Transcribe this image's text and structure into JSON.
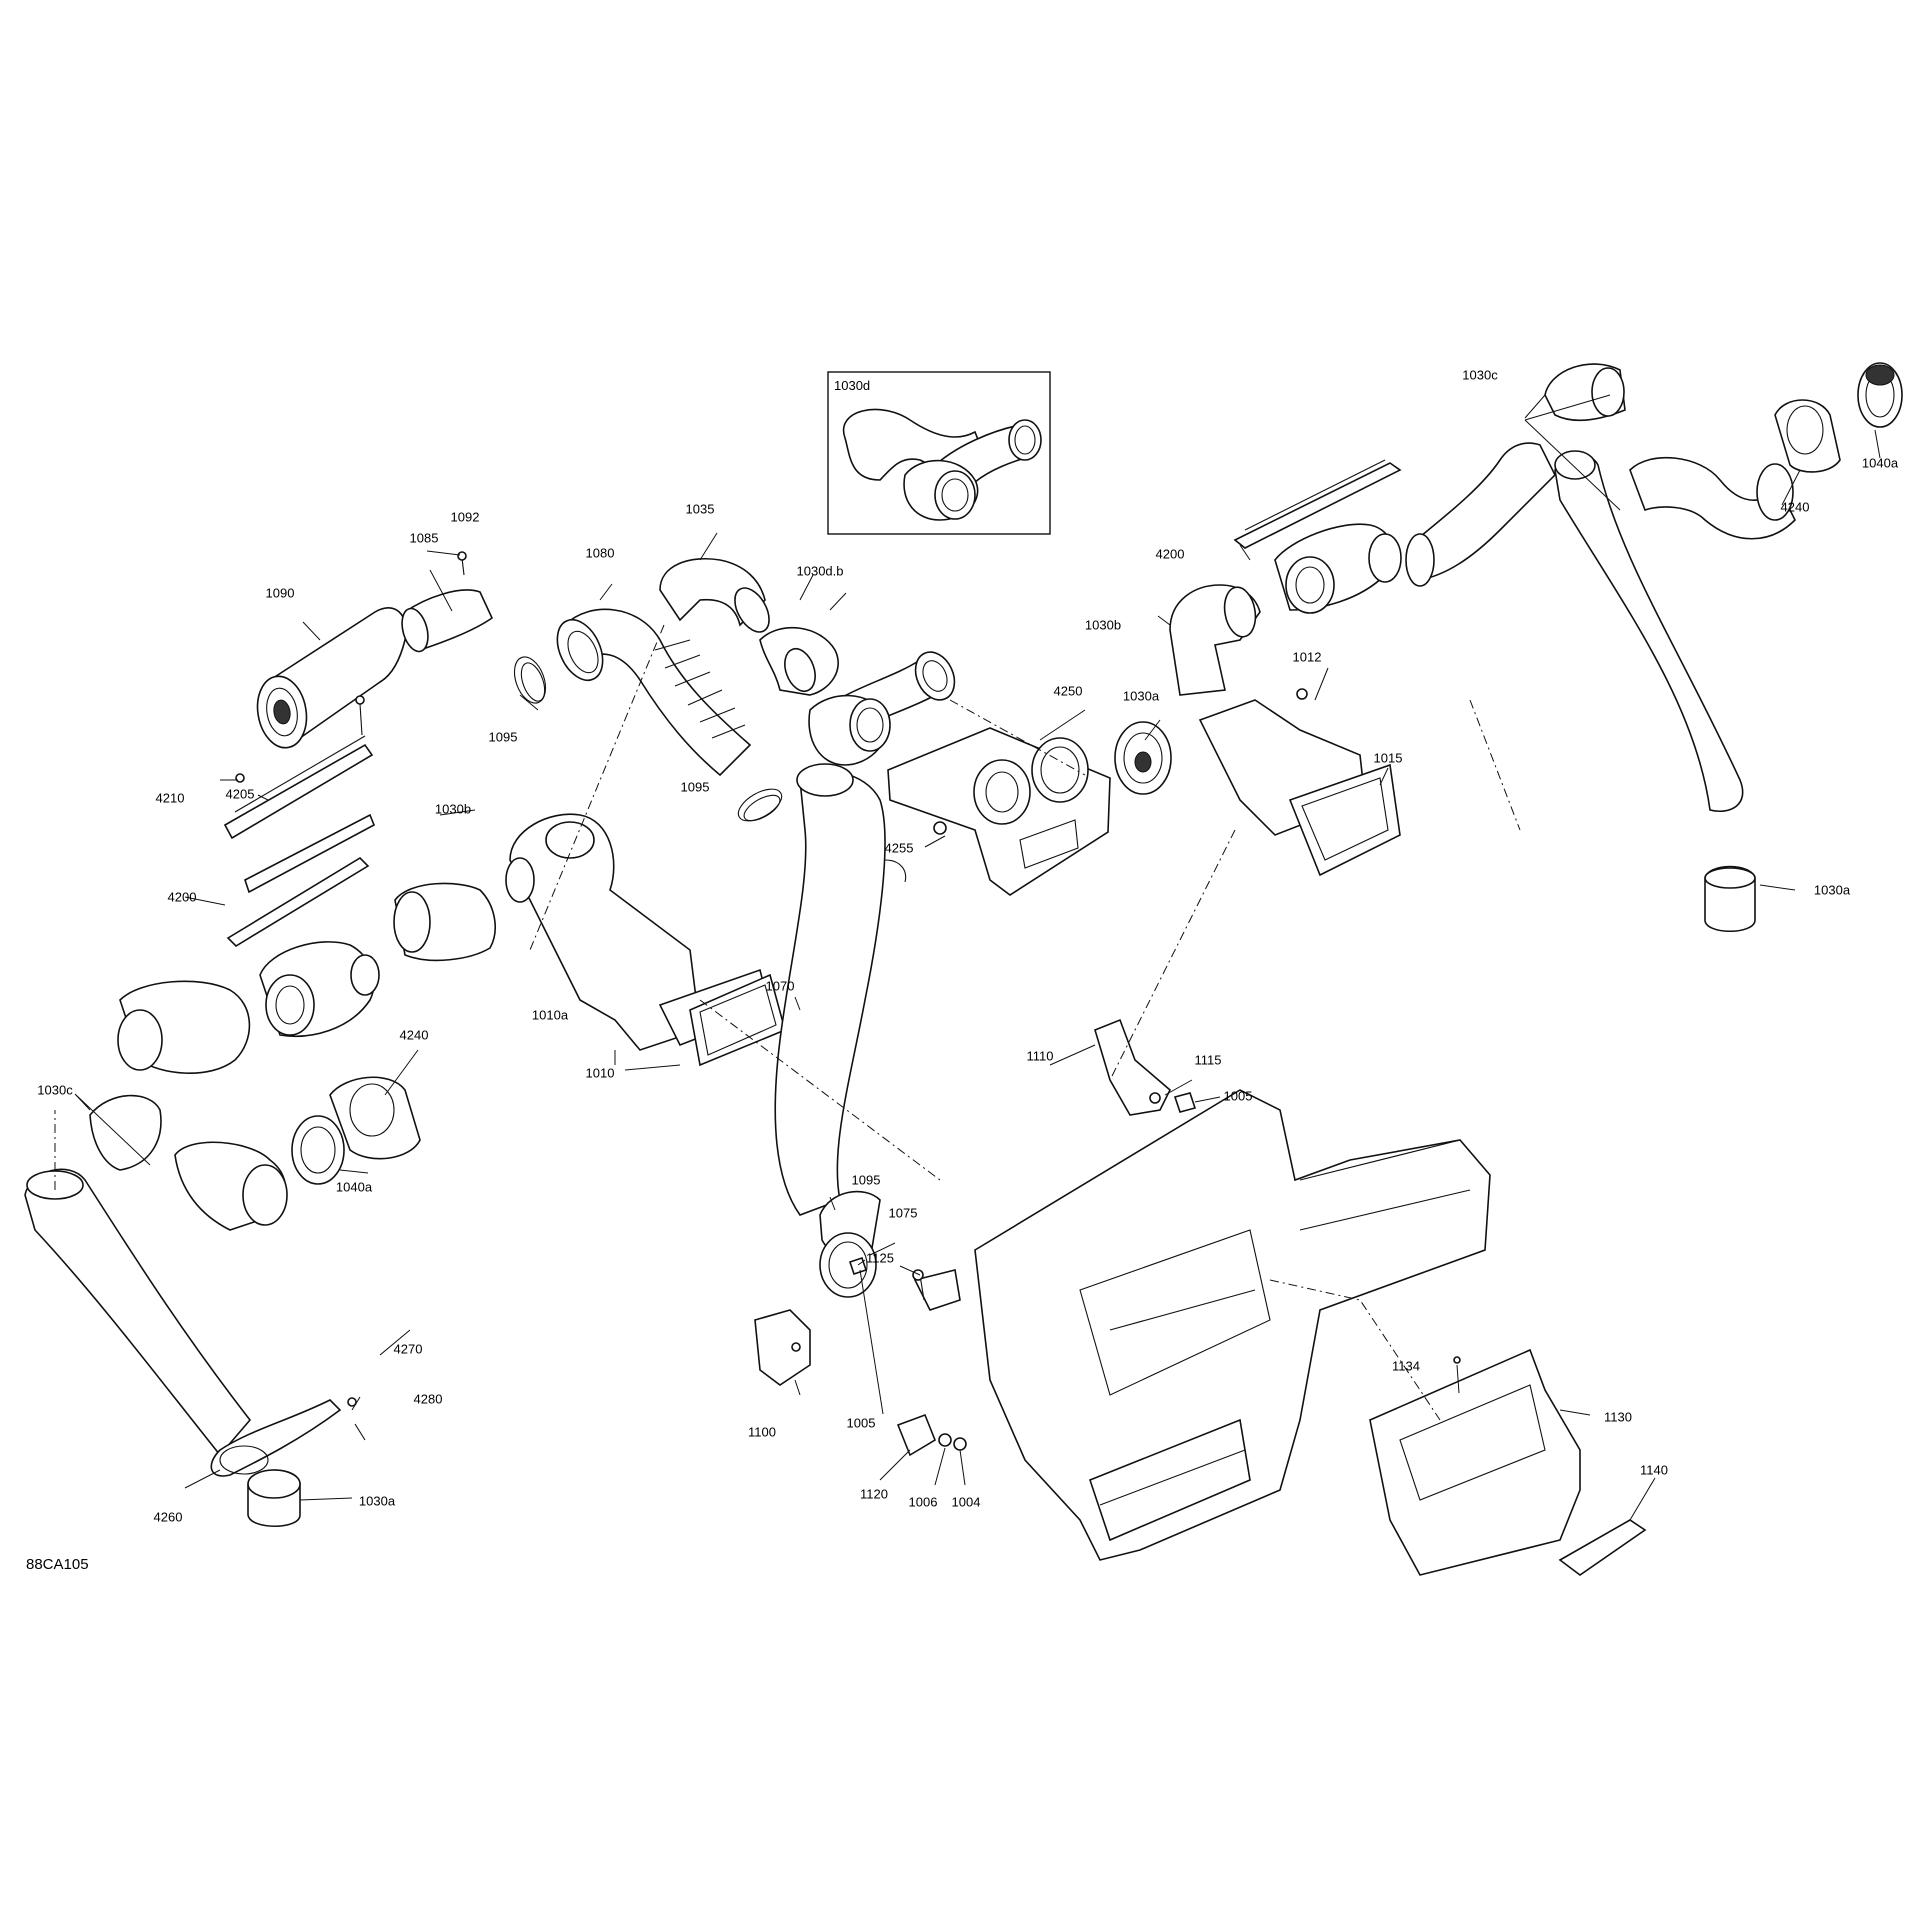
{
  "diagram": {
    "code": "88CA105",
    "inset_label": "1030d",
    "labels": {
      "p1092": "1092",
      "p1085": "1085",
      "p1090": "1090",
      "p1095a": "1095",
      "p1080": "1080",
      "p1035": "1035",
      "p1030db": "1030d.b",
      "p1095b": "1095",
      "p4250": "4250",
      "p1030a_c": "1030a",
      "p4255": "4255",
      "p1012": "1012",
      "p1015": "1015",
      "p4200r": "4200",
      "p1030br": "1030b",
      "p1030cr": "1030c",
      "p4240r": "4240",
      "p1040ar": "1040a",
      "p1030ar": "1030a",
      "p4210": "4210",
      "p4205": "4205",
      "p4200l": "4200",
      "p1030bl": "1030b",
      "p1010a": "1010a",
      "p1010": "1010",
      "p1070": "1070",
      "p1030cl": "1030c",
      "p4240l": "4240",
      "p1040al": "1040a",
      "p4270": "4270",
      "p4280": "4280",
      "p4260": "4260",
      "p1030al": "1030a",
      "p1110": "1110",
      "p1115": "1115",
      "p1005a": "1005",
      "p1095c": "1095",
      "p1075": "1075",
      "p1125": "1125",
      "p1005b": "1005",
      "p1100": "1100",
      "p1120": "1120",
      "p1006": "1006",
      "p1004": "1004",
      "p1134": "1134",
      "p1130": "1130",
      "p1140": "1140"
    }
  }
}
